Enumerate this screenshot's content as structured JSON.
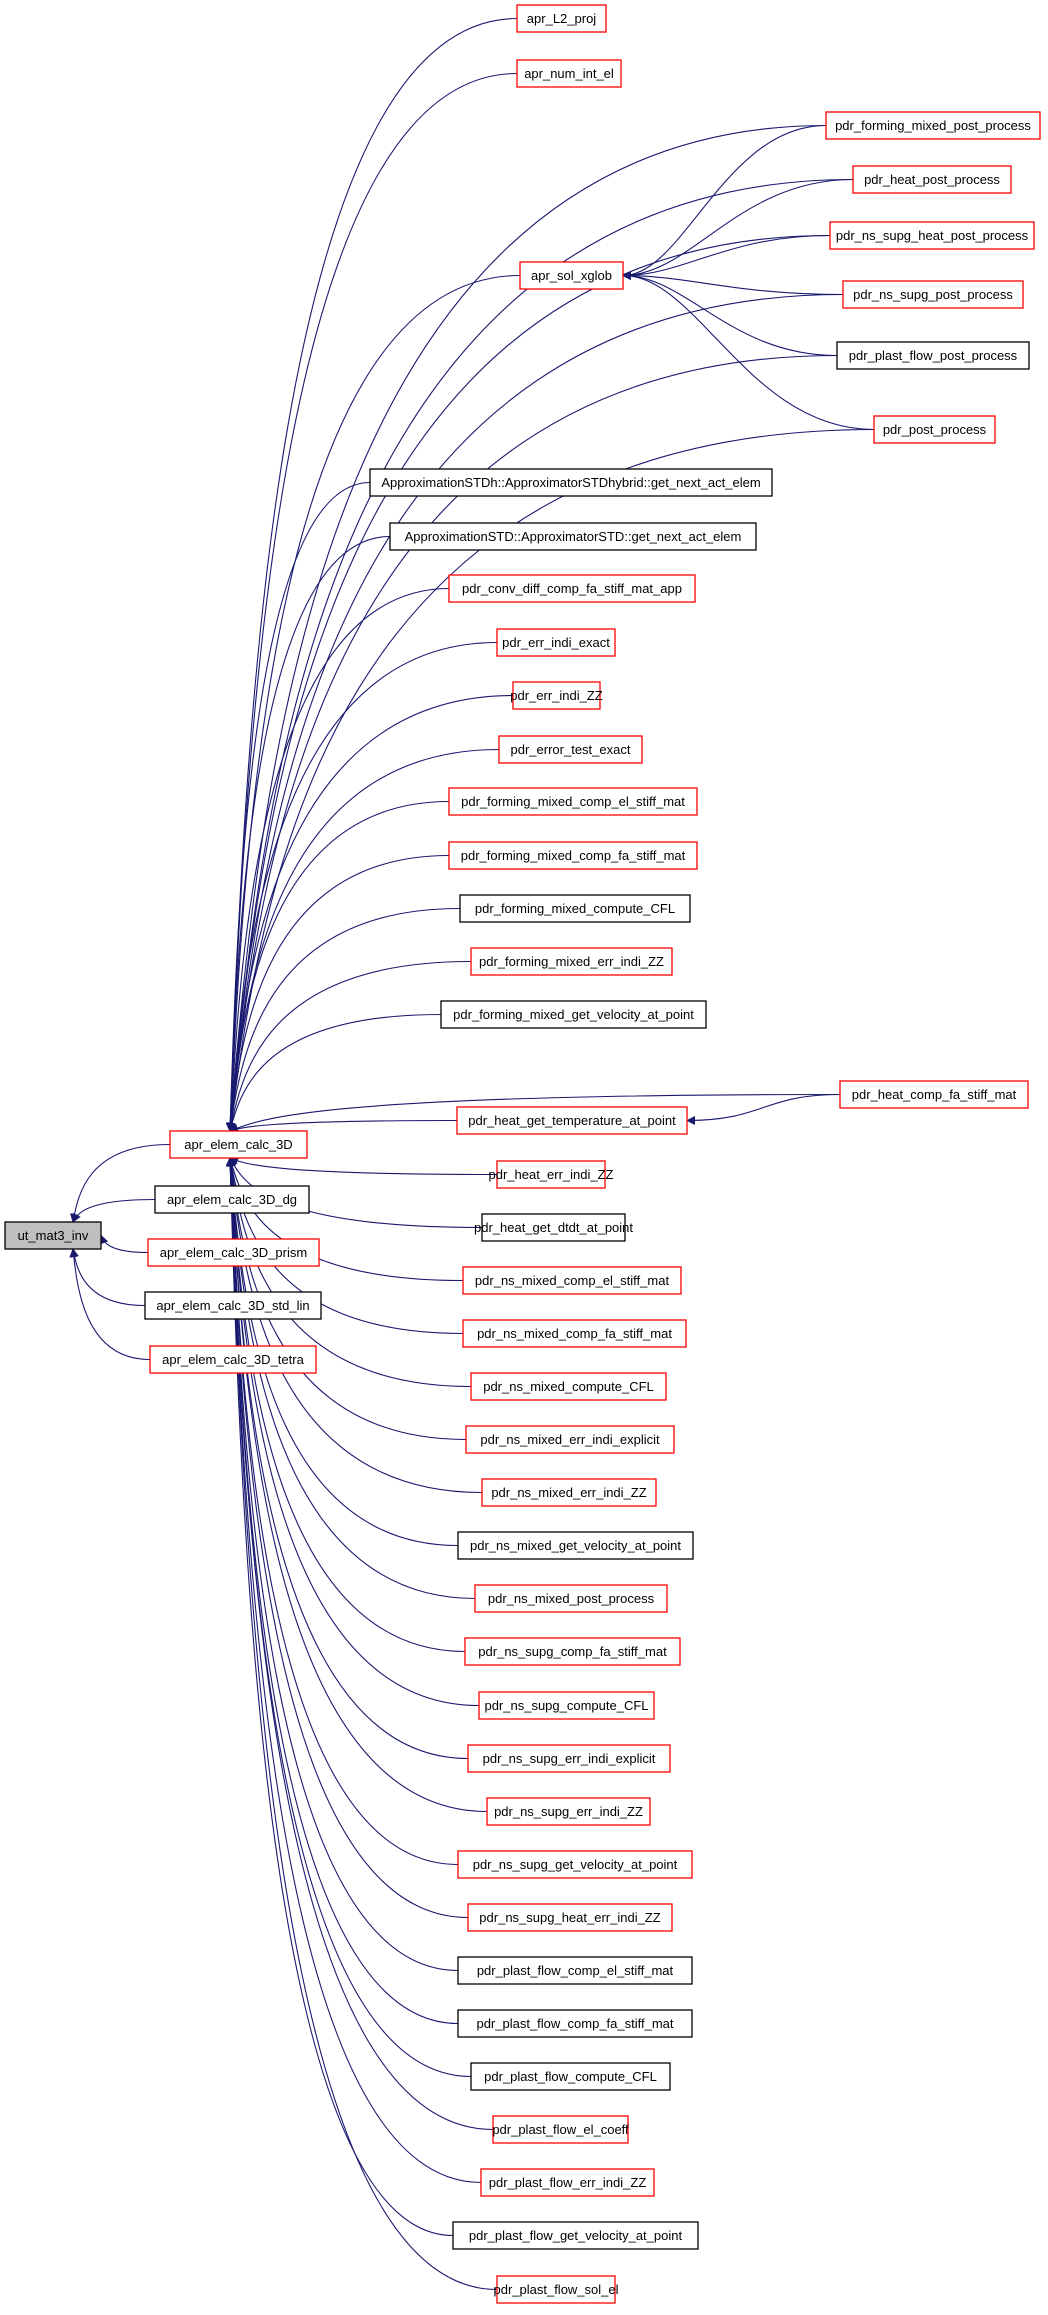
{
  "root": {
    "id": "root",
    "label": "ut_mat3_inv",
    "fill": "#bfbfbf",
    "border": "#000000"
  },
  "level1": [
    {
      "id": "calc3d",
      "label": "apr_elem_calc_3D",
      "border": "#ff0000"
    },
    {
      "id": "calc3d_dg",
      "label": "apr_elem_calc_3D_dg",
      "border": "#000000"
    },
    {
      "id": "calc3d_prism",
      "label": "apr_elem_calc_3D_prism",
      "border": "#ff0000"
    },
    {
      "id": "calc3d_std_lin",
      "label": "apr_elem_calc_3D_std_lin",
      "border": "#000000"
    },
    {
      "id": "calc3d_tetra",
      "label": "apr_elem_calc_3D_tetra",
      "border": "#ff0000"
    }
  ],
  "level2": [
    {
      "id": "l2proj",
      "label": "apr_L2_proj",
      "border": "#ff0000"
    },
    {
      "id": "numint",
      "label": "apr_num_int_el",
      "border": "#ff0000"
    },
    {
      "id": "xglob",
      "label": "apr_sol_xglob",
      "border": "#ff0000"
    },
    {
      "id": "hybrid",
      "label": "ApproximationSTDh::ApproximatorSTDhybrid::get_next_act_elem",
      "border": "#000000"
    },
    {
      "id": "approxstd",
      "label": "ApproximationSTD::ApproximatorSTD::get_next_act_elem",
      "border": "#000000"
    },
    {
      "id": "convdiff",
      "label": "pdr_conv_diff_comp_fa_stiff_mat_app",
      "border": "#ff0000"
    },
    {
      "id": "errexact",
      "label": "pdr_err_indi_exact",
      "border": "#ff0000"
    },
    {
      "id": "errzz",
      "label": "pdr_err_indi_ZZ",
      "border": "#ff0000"
    },
    {
      "id": "errtest",
      "label": "pdr_error_test_exact",
      "border": "#ff0000"
    },
    {
      "id": "fm_el",
      "label": "pdr_forming_mixed_comp_el_stiff_mat",
      "border": "#ff0000"
    },
    {
      "id": "fm_fa",
      "label": "pdr_forming_mixed_comp_fa_stiff_mat",
      "border": "#ff0000"
    },
    {
      "id": "fm_cfl",
      "label": "pdr_forming_mixed_compute_CFL",
      "border": "#000000"
    },
    {
      "id": "fm_err",
      "label": "pdr_forming_mixed_err_indi_ZZ",
      "border": "#ff0000"
    },
    {
      "id": "fm_vel",
      "label": "pdr_forming_mixed_get_velocity_at_point",
      "border": "#000000"
    },
    {
      "id": "heat_temp",
      "label": "pdr_heat_get_temperature_at_point",
      "border": "#ff0000"
    },
    {
      "id": "heat_err",
      "label": "pdr_heat_err_indi_ZZ",
      "border": "#ff0000"
    },
    {
      "id": "heat_dtdt",
      "label": "pdr_heat_get_dtdt_at_point",
      "border": "#000000"
    },
    {
      "id": "nsm_el",
      "label": "pdr_ns_mixed_comp_el_stiff_mat",
      "border": "#ff0000"
    },
    {
      "id": "nsm_fa",
      "label": "pdr_ns_mixed_comp_fa_stiff_mat",
      "border": "#ff0000"
    },
    {
      "id": "nsm_cfl",
      "label": "pdr_ns_mixed_compute_CFL",
      "border": "#ff0000"
    },
    {
      "id": "nsm_errexp",
      "label": "pdr_ns_mixed_err_indi_explicit",
      "border": "#ff0000"
    },
    {
      "id": "nsm_errzz",
      "label": "pdr_ns_mixed_err_indi_ZZ",
      "border": "#ff0000"
    },
    {
      "id": "nsm_vel",
      "label": "pdr_ns_mixed_get_velocity_at_point",
      "border": "#000000"
    },
    {
      "id": "nsm_post",
      "label": "pdr_ns_mixed_post_process",
      "border": "#ff0000"
    },
    {
      "id": "nss_fa",
      "label": "pdr_ns_supg_comp_fa_stiff_mat",
      "border": "#ff0000"
    },
    {
      "id": "nss_cfl",
      "label": "pdr_ns_supg_compute_CFL",
      "border": "#ff0000"
    },
    {
      "id": "nss_errexp",
      "label": "pdr_ns_supg_err_indi_explicit",
      "border": "#ff0000"
    },
    {
      "id": "nss_errzz",
      "label": "pdr_ns_supg_err_indi_ZZ",
      "border": "#ff0000"
    },
    {
      "id": "nss_vel",
      "label": "pdr_ns_supg_get_velocity_at_point",
      "border": "#ff0000"
    },
    {
      "id": "nss_heaterr",
      "label": "pdr_ns_supg_heat_err_indi_ZZ",
      "border": "#ff0000"
    },
    {
      "id": "pf_el",
      "label": "pdr_plast_flow_comp_el_stiff_mat",
      "border": "#000000"
    },
    {
      "id": "pf_fa",
      "label": "pdr_plast_flow_comp_fa_stiff_mat",
      "border": "#000000"
    },
    {
      "id": "pf_cfl",
      "label": "pdr_plast_flow_compute_CFL",
      "border": "#000000"
    },
    {
      "id": "pf_coeff",
      "label": "pdr_plast_flow_el_coeff",
      "border": "#ff0000"
    },
    {
      "id": "pf_err",
      "label": "pdr_plast_flow_err_indi_ZZ",
      "border": "#ff0000"
    },
    {
      "id": "pf_vel",
      "label": "pdr_plast_flow_get_velocity_at_point",
      "border": "#000000"
    },
    {
      "id": "pf_sol",
      "label": "pdr_plast_flow_sol_el",
      "border": "#ff0000"
    }
  ],
  "level3": [
    {
      "id": "fm_post",
      "label": "pdr_forming_mixed_post_process",
      "border": "#ff0000"
    },
    {
      "id": "heat_post",
      "label": "pdr_heat_post_process",
      "border": "#ff0000"
    },
    {
      "id": "nss_heatpost",
      "label": "pdr_ns_supg_heat_post_process",
      "border": "#ff0000"
    },
    {
      "id": "nss_post",
      "label": "pdr_ns_supg_post_process",
      "border": "#ff0000"
    },
    {
      "id": "pf_post",
      "label": "pdr_plast_flow_post_process",
      "border": "#000000"
    },
    {
      "id": "post",
      "label": "pdr_post_process",
      "border": "#ff0000"
    },
    {
      "id": "heat_fa",
      "label": "pdr_heat_comp_fa_stiff_mat",
      "border": "#ff0000"
    }
  ],
  "edges": [
    [
      "calc3d",
      "root"
    ],
    [
      "calc3d_dg",
      "root"
    ],
    [
      "calc3d_prism",
      "root"
    ],
    [
      "calc3d_std_lin",
      "root"
    ],
    [
      "calc3d_tetra",
      "root"
    ],
    [
      "l2proj",
      "calc3d"
    ],
    [
      "numint",
      "calc3d"
    ],
    [
      "xglob",
      "calc3d"
    ],
    [
      "hybrid",
      "calc3d"
    ],
    [
      "approxstd",
      "calc3d"
    ],
    [
      "convdiff",
      "calc3d"
    ],
    [
      "errexact",
      "calc3d"
    ],
    [
      "errzz",
      "calc3d"
    ],
    [
      "errtest",
      "calc3d"
    ],
    [
      "fm_el",
      "calc3d"
    ],
    [
      "fm_fa",
      "calc3d"
    ],
    [
      "fm_cfl",
      "calc3d"
    ],
    [
      "fm_err",
      "calc3d"
    ],
    [
      "fm_vel",
      "calc3d"
    ],
    [
      "heat_temp",
      "calc3d"
    ],
    [
      "heat_err",
      "calc3d"
    ],
    [
      "heat_dtdt",
      "calc3d"
    ],
    [
      "nsm_el",
      "calc3d"
    ],
    [
      "nsm_fa",
      "calc3d"
    ],
    [
      "nsm_cfl",
      "calc3d"
    ],
    [
      "nsm_errexp",
      "calc3d"
    ],
    [
      "nsm_errzz",
      "calc3d"
    ],
    [
      "nsm_vel",
      "calc3d"
    ],
    [
      "nsm_post",
      "calc3d"
    ],
    [
      "nss_fa",
      "calc3d"
    ],
    [
      "nss_cfl",
      "calc3d"
    ],
    [
      "nss_errexp",
      "calc3d"
    ],
    [
      "nss_errzz",
      "calc3d"
    ],
    [
      "nss_vel",
      "calc3d"
    ],
    [
      "nss_heaterr",
      "calc3d"
    ],
    [
      "pf_el",
      "calc3d"
    ],
    [
      "pf_fa",
      "calc3d"
    ],
    [
      "pf_cfl",
      "calc3d"
    ],
    [
      "pf_coeff",
      "calc3d"
    ],
    [
      "pf_err",
      "calc3d"
    ],
    [
      "pf_vel",
      "calc3d"
    ],
    [
      "pf_sol",
      "calc3d"
    ],
    [
      "fm_post",
      "calc3d"
    ],
    [
      "heat_post",
      "calc3d"
    ],
    [
      "nss_heatpost",
      "calc3d"
    ],
    [
      "nss_post",
      "calc3d"
    ],
    [
      "pf_post",
      "calc3d"
    ],
    [
      "post",
      "calc3d"
    ],
    [
      "heat_fa",
      "calc3d"
    ],
    [
      "fm_post",
      "xglob"
    ],
    [
      "heat_post",
      "xglob"
    ],
    [
      "nss_heatpost",
      "xglob"
    ],
    [
      "nss_post",
      "xglob"
    ],
    [
      "pf_post",
      "xglob"
    ],
    [
      "post",
      "xglob"
    ],
    [
      "heat_fa",
      "heat_temp"
    ]
  ],
  "colors": {
    "edge": "#191970",
    "red_border": "#ff0000",
    "black_border": "#000000",
    "root_fill": "#bfbfbf"
  }
}
